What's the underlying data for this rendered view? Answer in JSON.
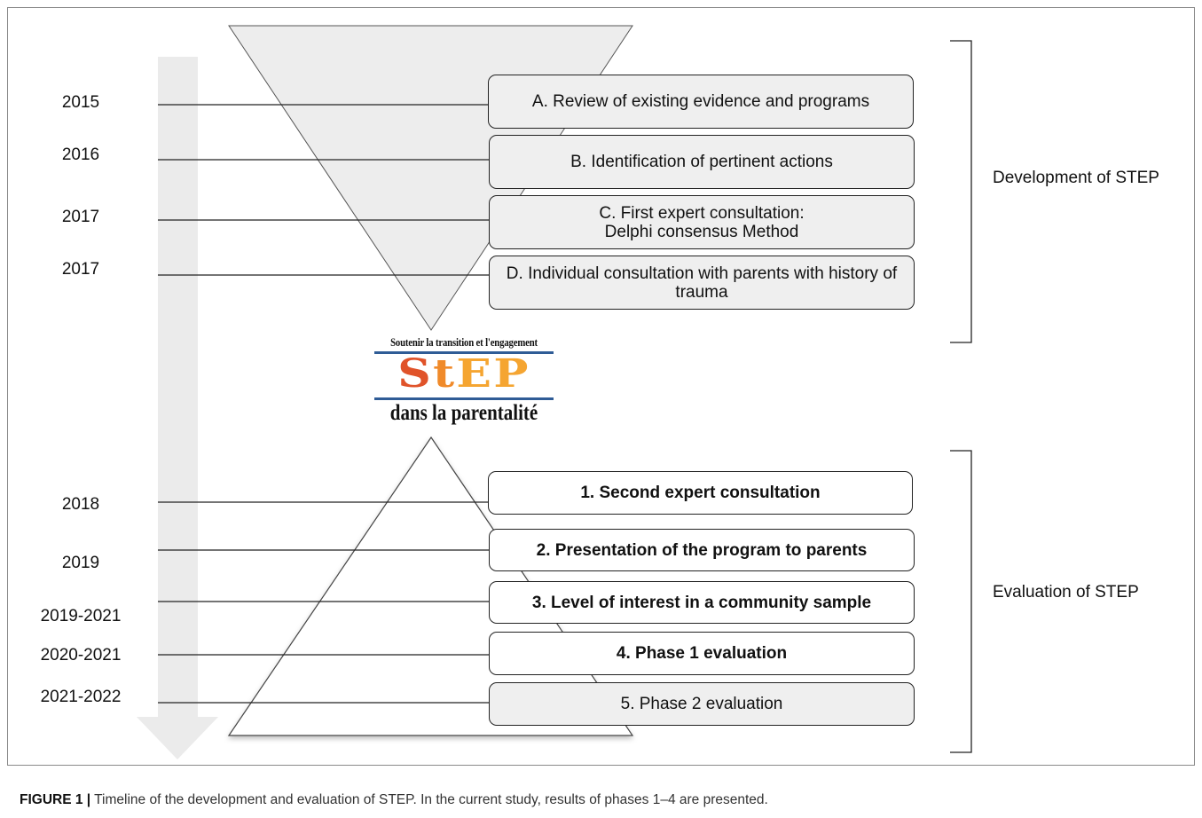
{
  "years": [
    "2015",
    "2016",
    "2017",
    "2017",
    "2018",
    "2019",
    "2019-2021",
    "2020-2021",
    "2021-2022"
  ],
  "development_steps": [
    "A. Review of existing evidence and programs",
    "B. Identification of pertinent actions",
    "C. First expert consultation:\nDelphi consensus Method",
    "D. Individual consultation with parents with history of trauma"
  ],
  "evaluation_steps": [
    "1. Second expert consultation",
    "2. Presentation of the program to parents",
    "3. Level of interest in a community sample",
    "4. Phase 1 evaluation",
    "5. Phase 2 evaluation"
  ],
  "brackets": {
    "development": "Development of STEP",
    "evaluation": "Evaluation of STEP"
  },
  "logo": {
    "top_text": "Soutenir la transition et l'engagement",
    "word": "STEP",
    "bottom_text": "dans la parentalité"
  },
  "caption": {
    "figure_label": "FIGURE 1 |",
    "text": " Timeline of the development and evaluation of STEP. In the current study, results of phases 1–4 are presented."
  },
  "colors": {
    "arrow": "#ebebeb",
    "triangle_fill": "#ededed",
    "box_grey": "#efefef",
    "logo_red": "#e0532a",
    "logo_orange": "#f08a2a",
    "logo_blue": "#2f5c96"
  }
}
